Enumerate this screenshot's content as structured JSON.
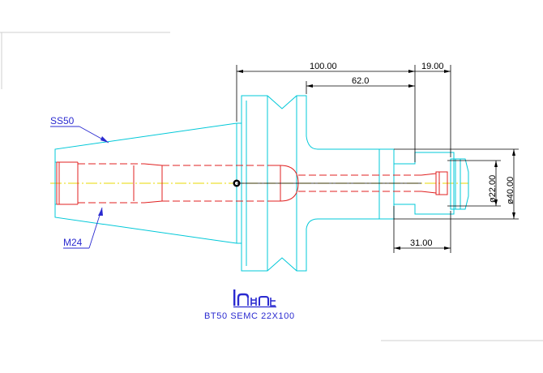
{
  "drawing": {
    "dimensions": {
      "overall_length": "100.00",
      "flange_offset": "19.00",
      "body_length": "62.0",
      "front_length": "31.00",
      "bore_diameter": "ø22.00",
      "collar_diameter": "ø40.00"
    },
    "labels": {
      "shank_label": "SS50",
      "thread_label": "M24"
    },
    "logo_text": "iscar",
    "caption": "BT50 SEMC 22X100"
  },
  "colors": {
    "outline": "#00c8d8",
    "hidden": "#e02020",
    "center": "#e8d800",
    "dimension": "#000000",
    "annotation": "#2a2ad0"
  }
}
